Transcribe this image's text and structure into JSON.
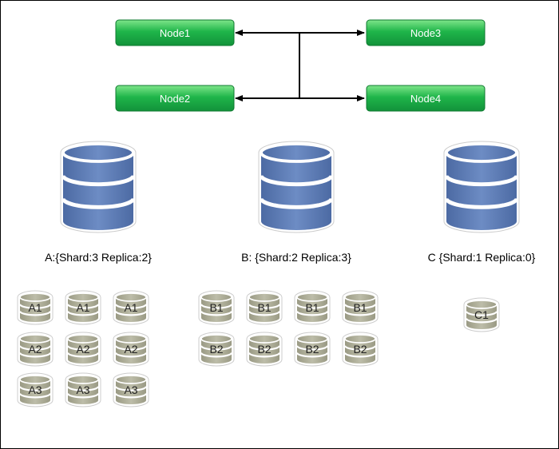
{
  "nodes": {
    "node1": "Node1",
    "node2": "Node2",
    "node3": "Node3",
    "node4": "Node4",
    "fill_color": "#1fb54a",
    "border_color": "#0f7a30"
  },
  "connector_color": "#000000",
  "database_colors": {
    "body": "#5b7bb5",
    "rim": "#ffffff",
    "outline": "#c9c9c9"
  },
  "indices": [
    {
      "caption": "A:{Shard:3 Replica:2}",
      "shards": [
        [
          "A1",
          "A1",
          "A1"
        ],
        [
          "A2",
          "A2",
          "A2"
        ],
        [
          "A3",
          "A3",
          "A3"
        ]
      ]
    },
    {
      "caption": "B: {Shard:2 Replica:3}",
      "shards": [
        [
          "B1",
          "B1",
          "B1",
          "B1"
        ],
        [
          "B2",
          "B2",
          "B2",
          "B2"
        ]
      ]
    },
    {
      "caption": "C {Shard:1 Replica:0}",
      "shards": [
        [
          "C1"
        ]
      ]
    }
  ],
  "shard_colors": {
    "body": "#a9a994",
    "rim": "#ffffff",
    "outline": "#cfcfcf"
  }
}
